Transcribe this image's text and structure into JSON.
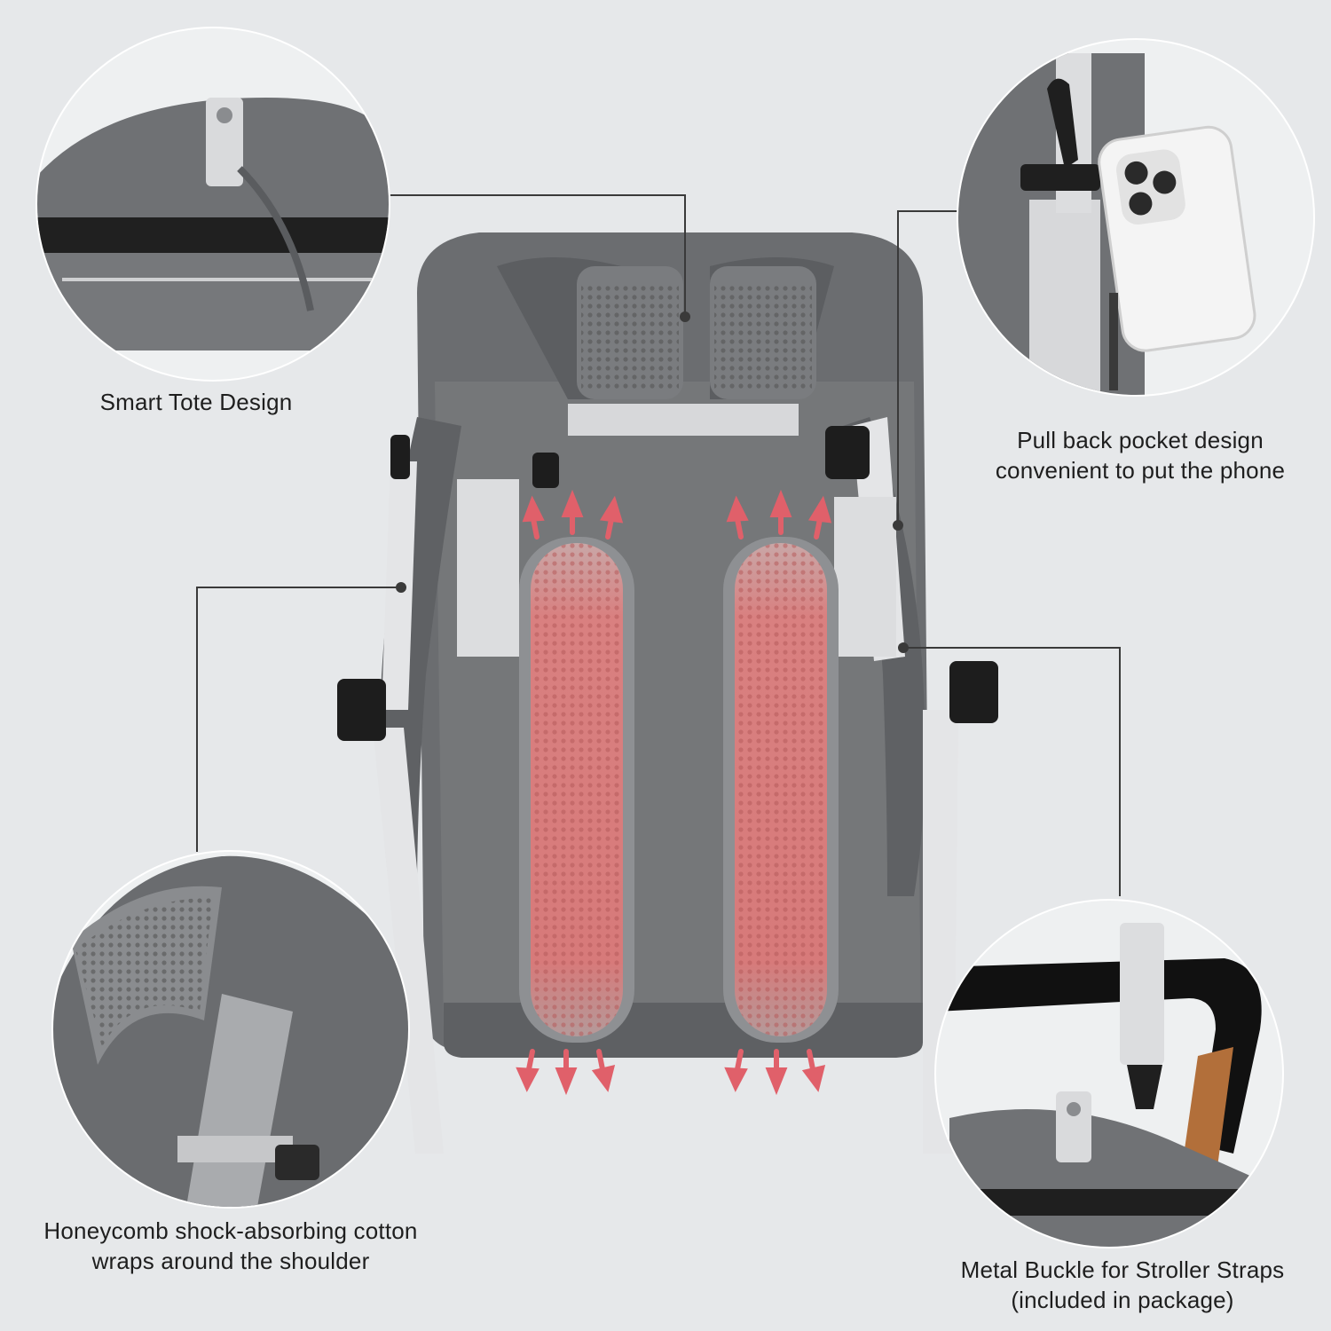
{
  "callouts": {
    "top_left": {
      "lines": [
        "Smart Tote Design"
      ]
    },
    "top_right": {
      "lines": [
        "Pull back pocket design",
        "convenient to put the phone"
      ]
    },
    "bottom_left": {
      "lines": [
        "Honeycomb shock-absorbing cotton",
        "wraps around the shoulder"
      ]
    },
    "bottom_right": {
      "lines": [
        "Metal Buckle for Stroller Straps",
        "(included in package)"
      ]
    }
  },
  "colors": {
    "background": "#e6e8ea",
    "bag_fabric": "#6b6d70",
    "strap_webbing": "#e4e5e7",
    "mesh_panel": "#d97b7b",
    "airflow_arrow": "#e0606a",
    "leader_line": "#3a3a3a"
  }
}
